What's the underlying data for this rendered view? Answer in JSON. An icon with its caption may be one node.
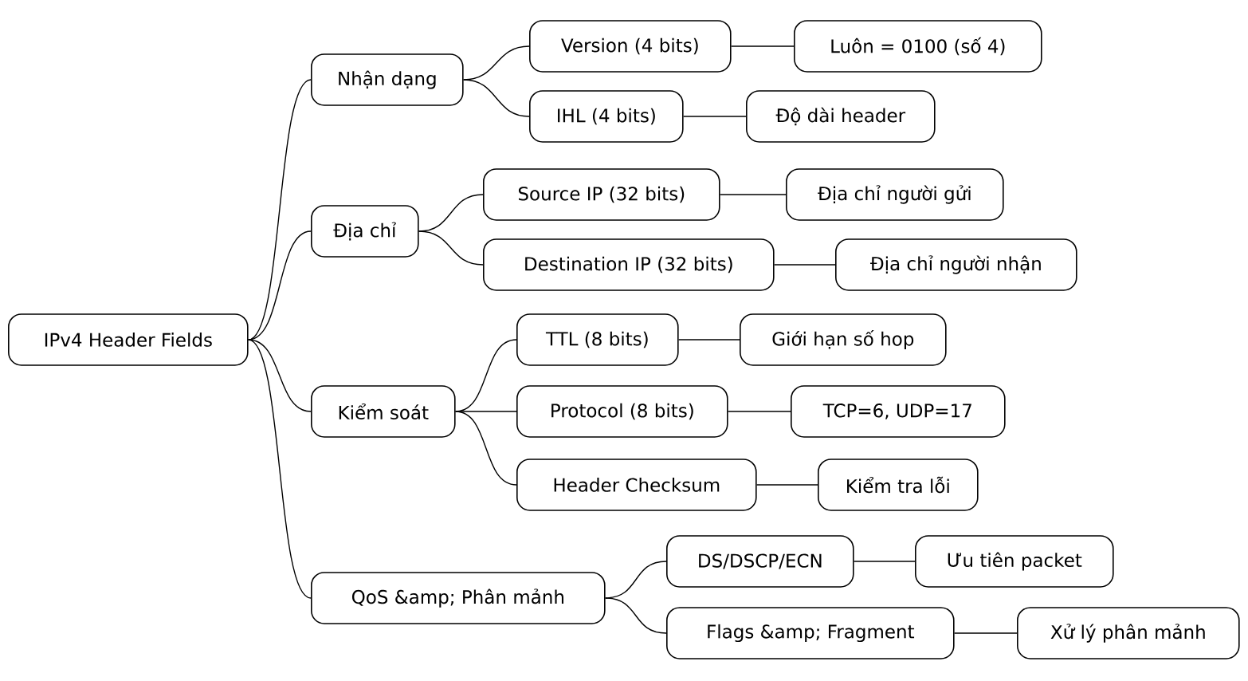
{
  "diagram": {
    "nodes": [
      {
        "text": [
          "IPv4 Header Fields"
        ]
      },
      {
        "text": [
          "Nhận dạng"
        ]
      },
      {
        "text": [
          "Version (4 bits)"
        ]
      },
      {
        "text": [
          "Luôn = 0100 (số 4)"
        ]
      },
      {
        "text": [
          "IHL (4 bits)"
        ]
      },
      {
        "text": [
          "Độ dài header"
        ]
      },
      {
        "text": [
          "Địa chỉ"
        ]
      },
      {
        "text": [
          "Source IP (32 bits)"
        ]
      },
      {
        "text": [
          "Địa chỉ người gửi"
        ]
      },
      {
        "text": [
          "Destination IP (32 bits)"
        ]
      },
      {
        "text": [
          "Địa chỉ người nhận"
        ]
      },
      {
        "text": [
          "Kiểm soát"
        ]
      },
      {
        "text": [
          "TTL (8 bits)"
        ]
      },
      {
        "text": [
          "Giới hạn số hop"
        ]
      },
      {
        "text": [
          "Protocol (8 bits)"
        ]
      },
      {
        "text": [
          "TCP=6, UDP=17"
        ]
      },
      {
        "text": [
          "Header Checksum"
        ]
      },
      {
        "text": [
          "Kiểm tra lỗi"
        ]
      },
      {
        "text": [
          "QoS &amp; Phân mảnh"
        ]
      },
      {
        "text": [
          "DS/DSCP/ECN"
        ]
      },
      {
        "text": [
          "Ưu tiên packet"
        ]
      },
      {
        "text": [
          "Flags &amp; Fragment"
        ]
      },
      {
        "text": [
          "Xử lý phân mảnh"
        ]
      }
    ],
    "edges": [
      {
        "from": 0,
        "to": 1,
        "arrow": "none"
      },
      {
        "from": 0,
        "to": 6,
        "arrow": "none"
      },
      {
        "from": 0,
        "to": 11,
        "arrow": "none"
      },
      {
        "from": 0,
        "to": 18,
        "arrow": "none"
      },
      {
        "from": 1,
        "to": 2,
        "arrow": "none"
      },
      {
        "from": 1,
        "to": 4,
        "arrow": "none"
      },
      {
        "from": 2,
        "to": 3,
        "arrow": "none"
      },
      {
        "from": 4,
        "to": 5,
        "arrow": "none"
      },
      {
        "from": 6,
        "to": 7,
        "arrow": "none"
      },
      {
        "from": 6,
        "to": 9,
        "arrow": "none"
      },
      {
        "from": 7,
        "to": 8,
        "arrow": "none"
      },
      {
        "from": 9,
        "to": 10,
        "arrow": "none"
      },
      {
        "from": 11,
        "to": 12,
        "arrow": "none"
      },
      {
        "from": 11,
        "to": 14,
        "arrow": "none"
      },
      {
        "from": 11,
        "to": 16,
        "arrow": "none"
      },
      {
        "from": 12,
        "to": 13,
        "arrow": "none"
      },
      {
        "from": 14,
        "to": 15,
        "arrow": "none"
      },
      {
        "from": 16,
        "to": 17,
        "arrow": "none"
      },
      {
        "from": 18,
        "to": 19,
        "arrow": "none"
      },
      {
        "from": 18,
        "to": 21,
        "arrow": "none"
      },
      {
        "from": 19,
        "to": 20,
        "arrow": "none"
      },
      {
        "from": 21,
        "to": 22,
        "arrow": "none"
      }
    ]
  }
}
